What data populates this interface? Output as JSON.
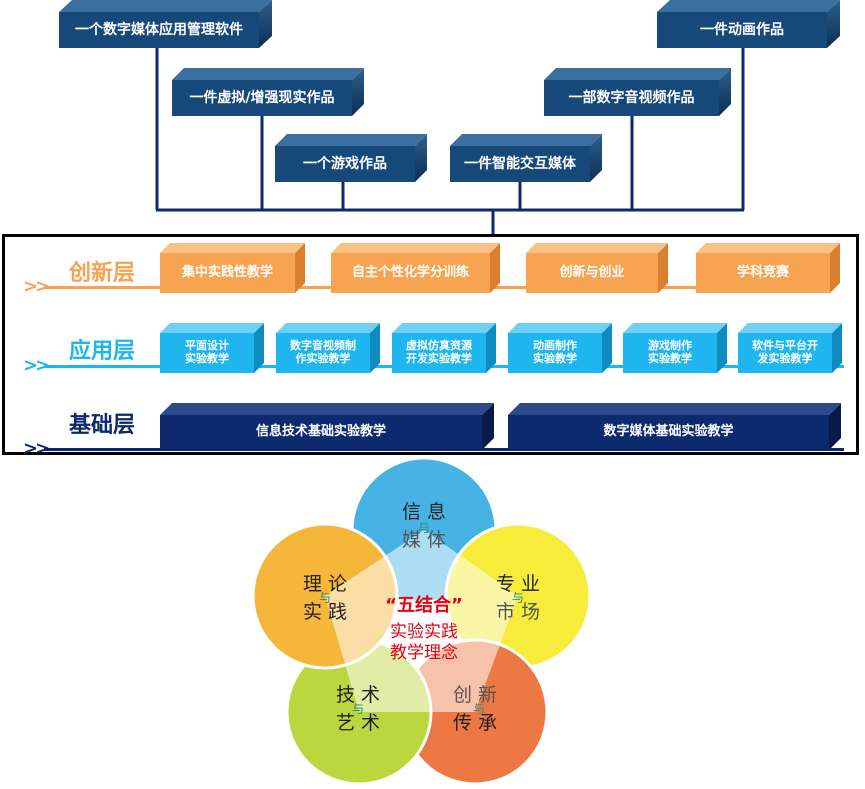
{
  "products": [
    "一个数字媒体应用管理软件",
    "一件动画作品",
    "一件虚拟/增强现实作品",
    "一部数字音视频作品",
    "一个游戏作品",
    "一件智能交互媒体"
  ],
  "layers": {
    "innovation": {
      "title": "创新层",
      "color": "#f7a351",
      "items": [
        "集中实践性教学",
        "自主个性化学分训练",
        "创新与创业",
        "学科竞赛"
      ]
    },
    "application": {
      "title": "应用层",
      "color": "#1fb6f0",
      "items": [
        [
          "平面设计",
          "实验教学"
        ],
        [
          "数字音视频制",
          "作实验教学"
        ],
        [
          "虚拟仿真资源",
          "开发实验教学"
        ],
        [
          "动画制作",
          "实验教学"
        ],
        [
          "游戏制作",
          "实验教学"
        ],
        [
          "软件与平台开",
          "发实验教学"
        ]
      ]
    },
    "foundation": {
      "title": "基础层",
      "color": "#0d2a6e",
      "items": [
        "信息技术基础实验教学",
        "数字媒体基础实验教学"
      ]
    }
  },
  "circles": {
    "center": {
      "title": "“五结合”",
      "line1": "实验实践",
      "line2": "教学理念"
    },
    "petals": [
      {
        "top": "信 息",
        "join": "与",
        "bottom": "媒 体",
        "color": "#3aaee4"
      },
      {
        "top": "专 业",
        "join": "与",
        "bottom": "市 场",
        "color": "#f7eb2c"
      },
      {
        "top": "创 新",
        "join": "与",
        "bottom": "传 承",
        "color": "#ec6e35"
      },
      {
        "top": "技 术",
        "join": "与",
        "bottom": "艺 术",
        "color": "#b8d52f"
      },
      {
        "top": "理 论",
        "join": "与",
        "bottom": "实 践",
        "color": "#f5b12b"
      }
    ]
  },
  "colors": {
    "product_box": "#16497a",
    "connector": "#0d2a6e",
    "center_title": "#e60012",
    "center_text": "#e60012"
  }
}
